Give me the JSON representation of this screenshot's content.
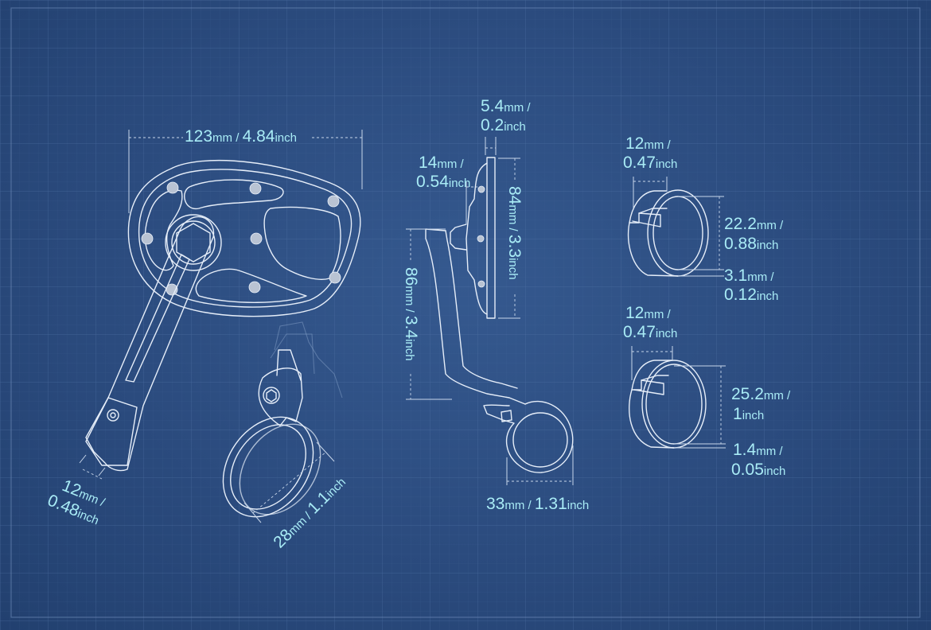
{
  "diagram": {
    "colors": {
      "background": "#2b4b7e",
      "grid": "#4a6b9c",
      "line": "#e6eef9",
      "dimension_text": "#a9ecf6"
    },
    "labels": {
      "mirror_width": {
        "value1": "123",
        "unit1": "mm",
        "sep": " / ",
        "value2": "4.84",
        "unit2": "inch"
      },
      "arm_width": {
        "value1": "12",
        "unit1": "mm",
        "sep": " /",
        "value2": "0.48",
        "unit2": "inch"
      },
      "clamp_diameter": {
        "value1": "28",
        "unit1": "mm",
        "sep": " / ",
        "value2": "1.1",
        "unit2": "inch"
      },
      "glass_thickness": {
        "value1": "5.4",
        "unit1": "mm",
        "sep": " /",
        "value2": "0.2",
        "unit2": "inch"
      },
      "mount_depth": {
        "value1": "14",
        "unit1": "mm",
        "sep": " /",
        "value2": "0.54",
        "unit2": "inch"
      },
      "mirror_height": {
        "value1": "84",
        "unit1": "mm",
        "sep": " / ",
        "value2": "3.3",
        "unit2": "inch"
      },
      "arm_height": {
        "value1": "86",
        "unit1": "mm",
        "sep": " / ",
        "value2": "3.4",
        "unit2": "inch"
      },
      "clamp_width": {
        "value1": "33",
        "unit1": "mm",
        "sep": " / ",
        "value2": "1.31",
        "unit2": "inch"
      },
      "shim_a_width": {
        "value1": "12",
        "unit1": "mm",
        "sep": " /",
        "value2": "0.47",
        "unit2": "inch"
      },
      "shim_a_inner": {
        "value1": "22.2",
        "unit1": "mm",
        "sep": " /",
        "value2": "0.88",
        "unit2": "inch"
      },
      "shim_a_wall": {
        "value1": "3.1",
        "unit1": "mm",
        "sep": " /",
        "value2": "0.12",
        "unit2": "inch"
      },
      "shim_b_width": {
        "value1": "12",
        "unit1": "mm",
        "sep": " /",
        "value2": "0.47",
        "unit2": "inch"
      },
      "shim_b_inner": {
        "value1": "25.2",
        "unit1": "mm",
        "sep": " /",
        "value2": "1",
        "unit2": "inch"
      },
      "shim_b_wall": {
        "value1": "1.4",
        "unit1": "mm",
        "sep": " /",
        "value2": "0.05",
        "unit2": "inch"
      }
    }
  }
}
